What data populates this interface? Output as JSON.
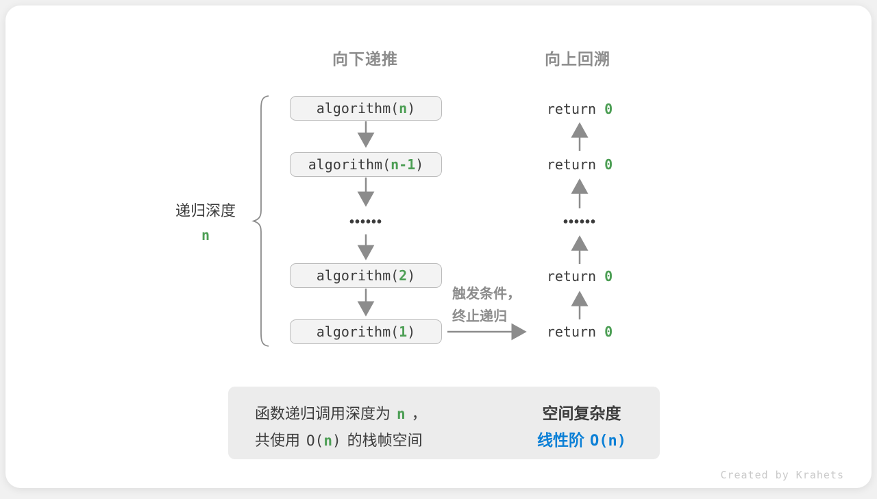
{
  "headers": {
    "downward": "向下递推",
    "upward": "向上回溯"
  },
  "depth": {
    "label": "递归深度",
    "value": "n"
  },
  "stack": {
    "boxes": [
      {
        "pre": "algorithm(",
        "arg": "n",
        "post": ")"
      },
      {
        "pre": "algorithm(",
        "arg": "n-1",
        "post": ")"
      },
      {
        "pre": "algorithm(",
        "arg": "2",
        "post": ")"
      },
      {
        "pre": "algorithm(",
        "arg": "1",
        "post": ")"
      }
    ]
  },
  "returns": [
    {
      "pre": "return ",
      "val": "0"
    },
    {
      "pre": "return ",
      "val": "0"
    },
    {
      "pre": "return ",
      "val": "0"
    },
    {
      "pre": "return ",
      "val": "0"
    }
  ],
  "ellipsis": "••••••",
  "trigger": {
    "line1": "触发条件，",
    "line2": "终止递归"
  },
  "summary": {
    "line1": {
      "pre": "函数递归调用深度为",
      "var": "n",
      "post": "，"
    },
    "line2": {
      "pre": "共使用",
      "code_open": "O(",
      "var": "n",
      "code_close": ")",
      "post": "的栈帧空间"
    },
    "result_title": "空间复杂度",
    "result_label": "线性阶",
    "result_code": "O(n)"
  },
  "watermark": "Created by Krahets",
  "colors": {
    "green": "#4c9e54",
    "blue": "#0c80d6",
    "arrow_gray": "#8c8c8c",
    "text_dark": "#3b3b3b",
    "heading_gray": "#8c8c8c",
    "box_bg": "#f3f3f3",
    "box_border": "#bcbcbc",
    "panel_bg": "#ececec",
    "block_arrow": "#c6c6c6",
    "card_bg": "#ffffff"
  }
}
